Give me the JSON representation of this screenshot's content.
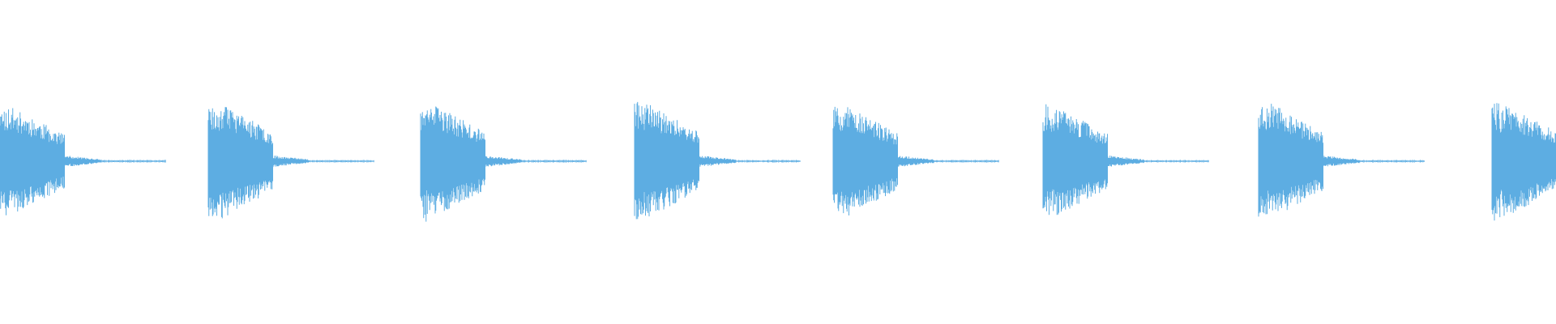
{
  "waveform": {
    "color": "#5dade2",
    "background": "#ffffff",
    "hits": [
      {
        "peak": 0.92,
        "seed": 11
      },
      {
        "peak": 1.0,
        "seed": 23
      },
      {
        "peak": 0.99,
        "seed": 37
      },
      {
        "peak": 1.0,
        "seed": 41
      },
      {
        "peak": 0.97,
        "seed": 53
      },
      {
        "peak": 0.95,
        "seed": 67
      },
      {
        "peak": 1.0,
        "seed": 79
      },
      {
        "peak": 1.0,
        "seed": 83
      }
    ]
  }
}
